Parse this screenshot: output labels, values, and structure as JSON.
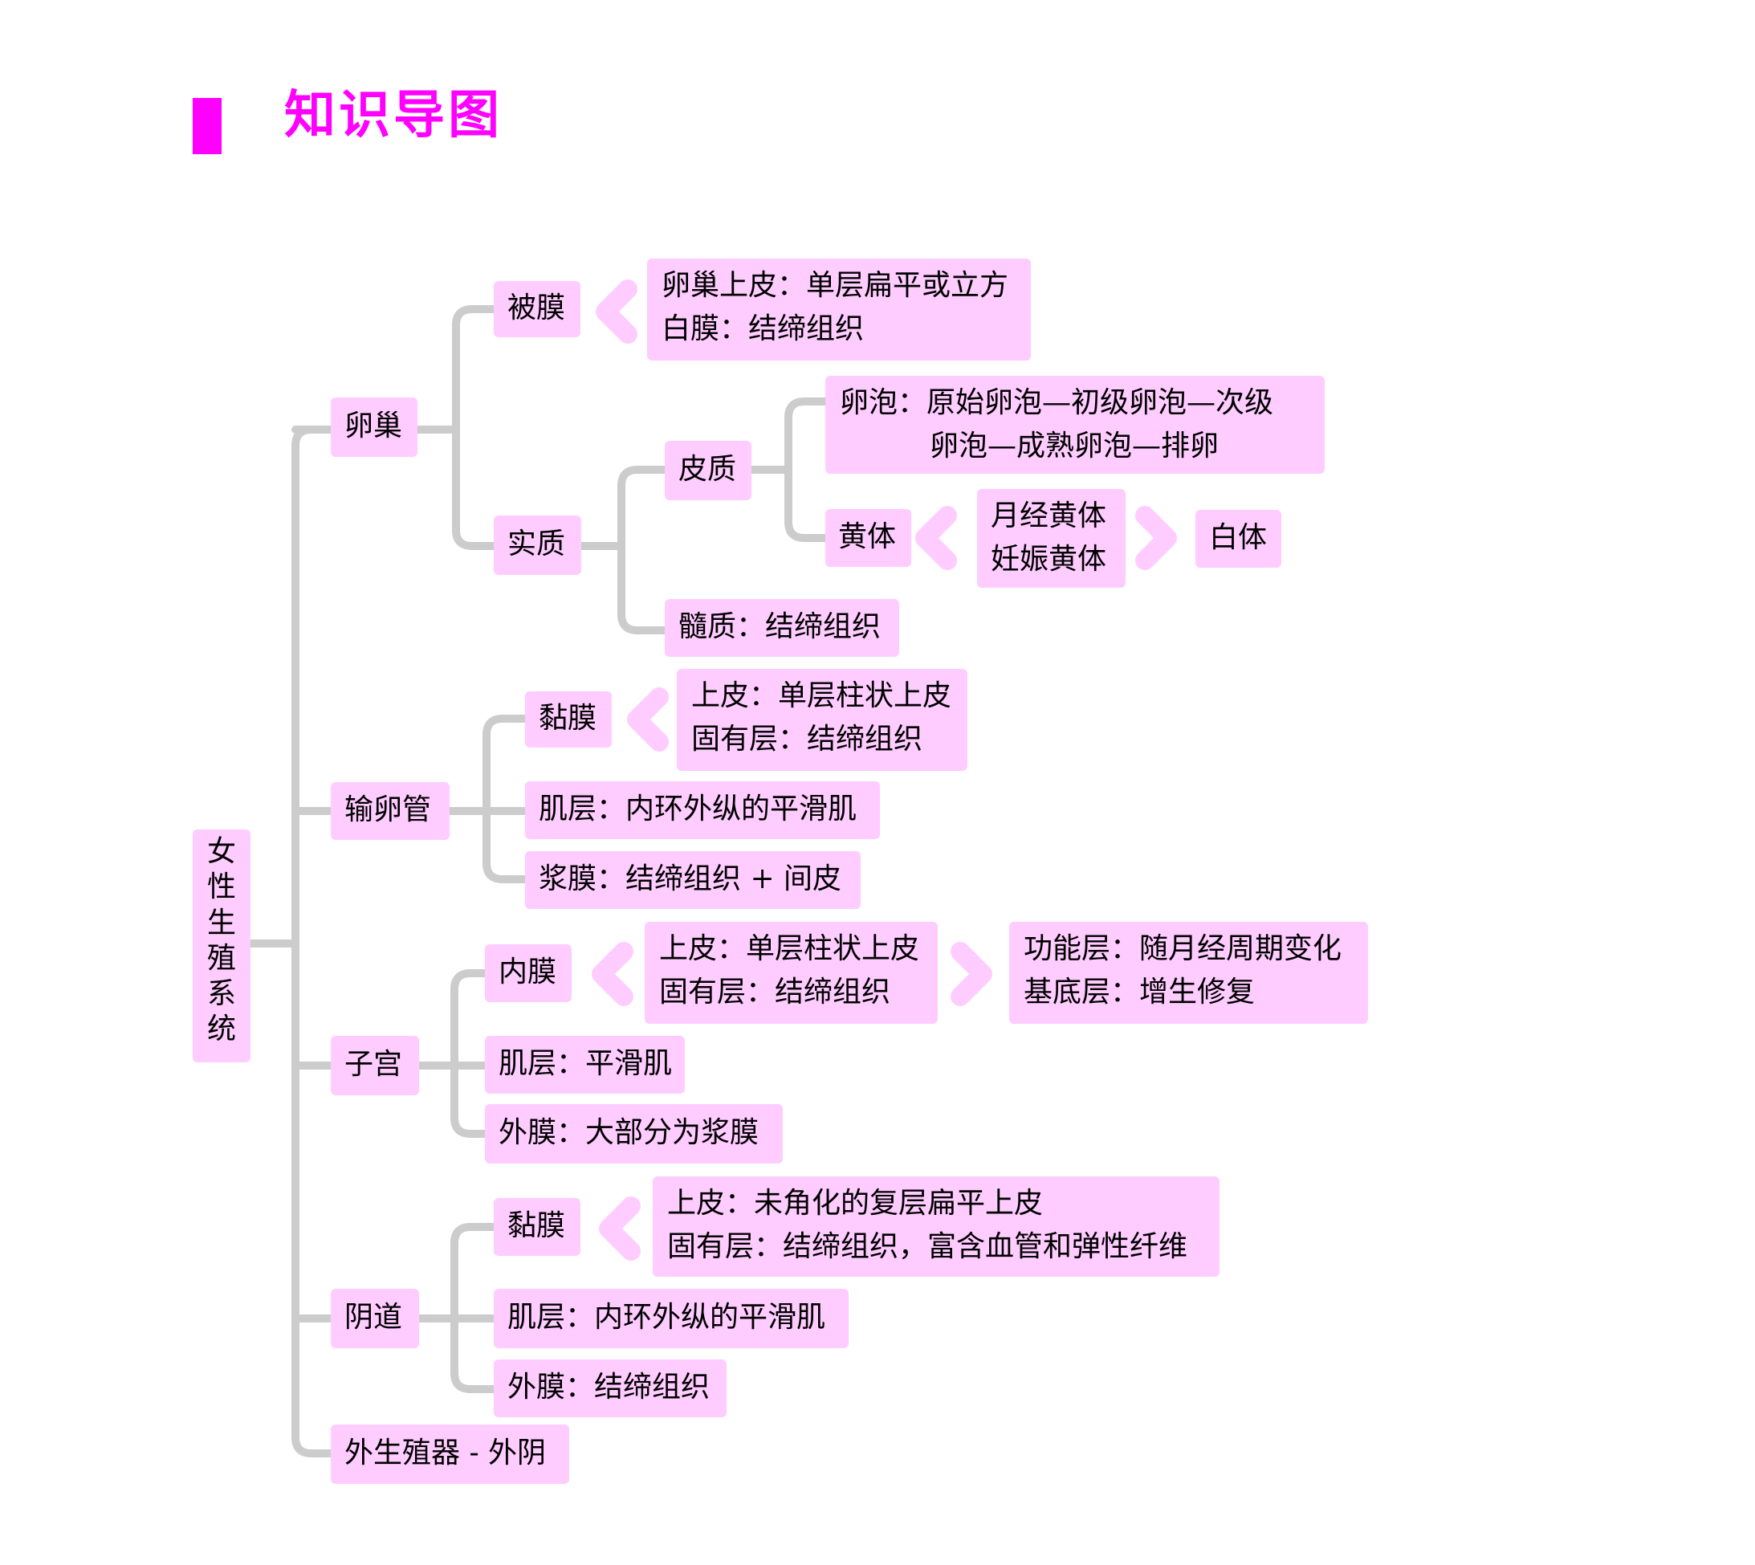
{
  "title": "知识导图",
  "colors": {
    "accent": "#ff00ff",
    "box_fill": "#ffccff",
    "connector": "#cccccc",
    "chevron": "#ffccff"
  },
  "root": {
    "label": "女性生殖系统",
    "chars": [
      "女",
      "性",
      "生",
      "殖",
      "系",
      "统"
    ]
  },
  "nodes": {
    "ovary": "卵巢",
    "tunica": "被膜",
    "tunica_detail": {
      "l1": "卵巢上皮：单层扁平或立方",
      "l2": "白膜：结缔组织"
    },
    "parenchyma": "实质",
    "cortex": "皮质",
    "follicle": {
      "l1": "卵泡：原始卵泡—初级卵泡—次级",
      "l2": "卵泡—成熟卵泡—排卵"
    },
    "corpus_luteum": "黄体",
    "cl_types": {
      "l1": "月经黄体",
      "l2": "妊娠黄体"
    },
    "corpus_albicans": "白体",
    "medulla": "髓质：结缔组织",
    "oviduct": "输卵管",
    "oviduct_mucosa": "黏膜",
    "oviduct_mucosa_detail": {
      "l1": "上皮：单层柱状上皮",
      "l2": "固有层：结缔组织"
    },
    "oviduct_muscle": "肌层：内环外纵的平滑肌",
    "oviduct_serosa": "浆膜：结缔组织 + 间皮",
    "uterus": "子宫",
    "endometrium": "内膜",
    "endometrium_detail": {
      "l1": "上皮：单层柱状上皮",
      "l2": "固有层：结缔组织"
    },
    "endometrium_layers": {
      "l1": "功能层：随月经周期变化",
      "l2": "基底层：增生修复"
    },
    "uterus_muscle": "肌层：平滑肌",
    "uterus_outer": "外膜：大部分为浆膜",
    "vagina": "阴道",
    "vagina_mucosa": "黏膜",
    "vagina_mucosa_detail": {
      "l1": "上皮：未角化的复层扁平上皮",
      "l2": "固有层：结缔组织，富含血管和弹性纤维"
    },
    "vagina_muscle": "肌层：内环外纵的平滑肌",
    "vagina_outer": "外膜：结缔组织",
    "external": "外生殖器 - 外阴"
  }
}
